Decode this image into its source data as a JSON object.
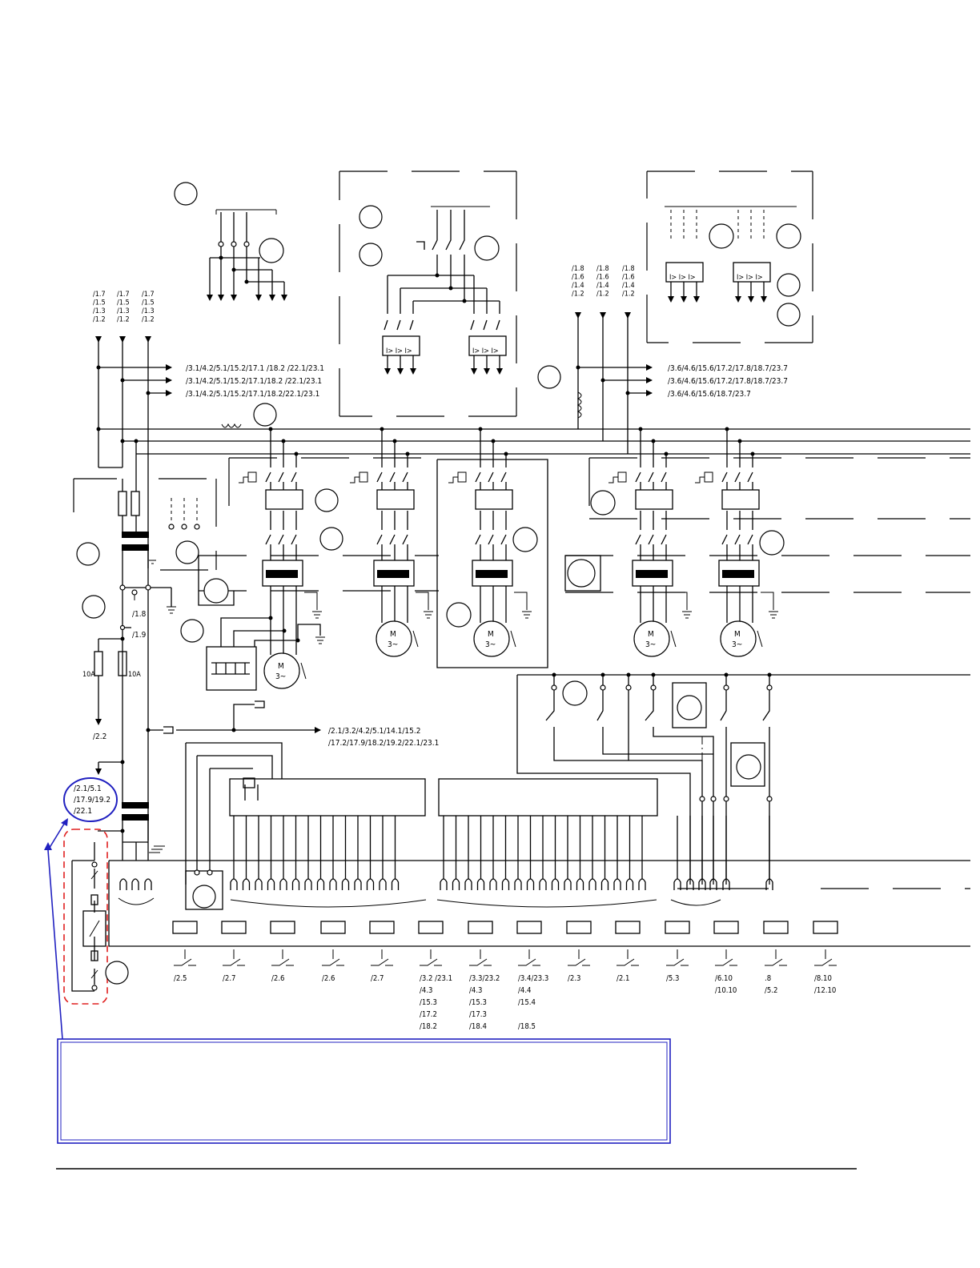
{
  "colors": {
    "ink": "#000000",
    "callout_blue": "#2020c0",
    "highlight_red": "#e02020"
  },
  "left_supply_refs": [
    [
      "/1.7",
      "/1.5",
      "/1.3",
      "/1.2"
    ],
    [
      "/1.7",
      "/1.5",
      "/1.3",
      "/1.2"
    ],
    [
      "/1.7",
      "/1.5",
      "/1.3",
      "/1.2"
    ]
  ],
  "right_supply_refs": [
    [
      "/1.8",
      "/1.6",
      "/1.4",
      "/1.2"
    ],
    [
      "/1.8",
      "/1.6",
      "/1.4",
      "/1.2"
    ],
    [
      "/1.8",
      "/1.6",
      "/1.4",
      "/1.2"
    ]
  ],
  "left_bus_refs": [
    "/3.1/4.2/5.1/15.2/17.1 /18.2 /22.1/23.1",
    "/3.1/4.2/5.1/15.2/17.1/18.2 /22.1/23.1",
    "/3.1/4.2/5.1/15.2/17.1/18.2/22.1/23.1"
  ],
  "right_bus_refs": [
    "/3.6/4.6/15.6/17.2/17.8/18.7/23.7",
    "/3.6/4.6/15.6/17.2/17.8/18.7/23.7",
    "/3.6/4.6/15.6/18.7/23.7"
  ],
  "control_refs": {
    "r18": "/1.8",
    "r19": "/1.9",
    "fuse_a": "10A",
    "fuse_b": "10A",
    "r22": "/2.2",
    "control_bus": [
      "/2.1/3.2/4.2/5.1/14.1/15.2",
      "/17.2/17.9/18.2/19.2/22.1/23.1"
    ],
    "callout": [
      "/2.1/5.1",
      "/17.9/19.2",
      "/22.1"
    ]
  },
  "motor_label": {
    "m": "M",
    "phase": "3~"
  },
  "contact_refs": [
    [
      "/2.5"
    ],
    [
      "/2.7"
    ],
    [
      "/2.6"
    ],
    [
      "/2.6"
    ],
    [
      "/2.7"
    ],
    [
      "/3.2 /23.1",
      "/4.3",
      "/15.3",
      "/17.2",
      "/18.2"
    ],
    [
      "/3.3/23.2",
      "/4.3",
      "/15.3",
      "/17.3",
      "/18.4"
    ],
    [
      "/3.4/23.3",
      "/4.4",
      "/15.4",
      "",
      "/18.5"
    ],
    [
      "/2.3"
    ],
    [
      "/2.1"
    ],
    [
      "/5.3"
    ],
    [
      "/6.10",
      "/10.10"
    ],
    [
      ".8",
      "/5.2"
    ],
    [
      "/8.10",
      "/12.10"
    ]
  ]
}
